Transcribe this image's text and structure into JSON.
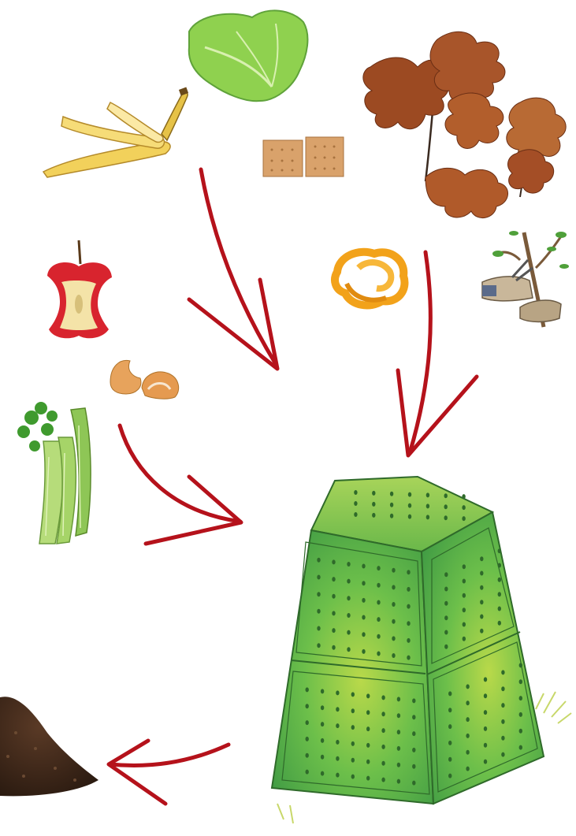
{
  "diagram": {
    "items": [
      {
        "id": "lettuce",
        "icon": "lettuce-leaf-icon"
      },
      {
        "id": "banana",
        "icon": "banana-peel-icon"
      },
      {
        "id": "crackers",
        "icon": "crackers-icon"
      },
      {
        "id": "oak-leaves",
        "icon": "oak-leaves-icon"
      },
      {
        "id": "apple-core",
        "icon": "apple-core-icon"
      },
      {
        "id": "orange-peel",
        "icon": "orange-peel-icon"
      },
      {
        "id": "pruning",
        "icon": "pruning-shears-icon"
      },
      {
        "id": "eggshell",
        "icon": "eggshell-icon"
      },
      {
        "id": "celery",
        "icon": "celery-icon"
      },
      {
        "id": "compost-bin",
        "icon": "compost-bin-icon"
      },
      {
        "id": "soil",
        "icon": "soil-pile-icon"
      }
    ],
    "arrow_color": "#b5121b",
    "bin_color": "#6cbf4a"
  }
}
